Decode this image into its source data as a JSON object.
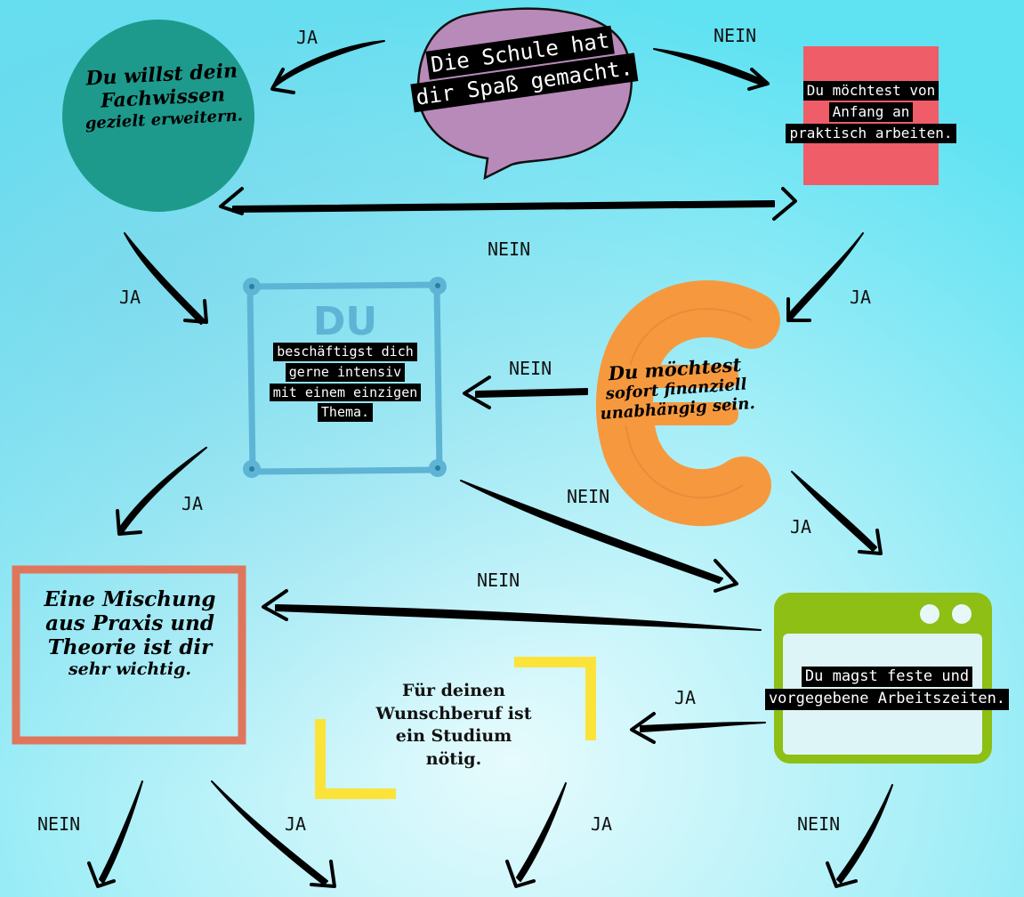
{
  "nodes": {
    "start": {
      "lines": [
        "Die Schule hat",
        "dir Spaß gemacht."
      ]
    },
    "fachwissen": {
      "lines": [
        "Du willst dein",
        "Fachwissen",
        "gezielt erweitern."
      ]
    },
    "praktisch": {
      "lines": [
        "Du möchtest von",
        "Anfang an",
        "praktisch arbeiten."
      ]
    },
    "thema": {
      "heading": "DU",
      "lines": [
        "beschäftigst dich",
        "gerne intensiv",
        "mit einem einzigen",
        "Thema."
      ]
    },
    "finanziell": {
      "lines": [
        "Du möchtest",
        "sofort finanziell",
        "unabhängig sein."
      ]
    },
    "mischung": {
      "lines": [
        "Eine Mischung",
        "aus Praxis und",
        "Theorie ist dir",
        "sehr wichtig."
      ]
    },
    "studium": {
      "lines": [
        "Für deinen",
        "Wunschberuf ist",
        "ein Studium",
        "nötig."
      ]
    },
    "arbeitszeiten": {
      "lines": [
        "Du magst feste und",
        "vorgegebene Arbeitszeiten."
      ]
    }
  },
  "edge_labels": {
    "start_to_fachwissen": "JA",
    "start_to_praktisch": "NEIN",
    "fachwissen_praktisch": "NEIN",
    "fachwissen_to_thema": "JA",
    "praktisch_to_finanziell": "JA",
    "finanziell_to_thema": "NEIN",
    "thema_to_mischung": "JA",
    "thema_to_arbeitszeiten": "NEIN",
    "finanziell_to_arbeitszeiten": "JA",
    "arbeitszeiten_to_mischung": "NEIN",
    "arbeitszeiten_to_studium": "JA",
    "mischung_no": "NEIN",
    "mischung_yes": "JA",
    "studium_yes": "JA",
    "arbeitszeiten_no": "NEIN"
  },
  "colors": {
    "background": "#6fe6f4",
    "background_light": "#d7f7fb",
    "circle_teal": "#1e9a8d",
    "bubble_purple": "#b88ab9",
    "rect_red": "#ef5d68",
    "frame_blue": "#5db4d4",
    "euro_orange": "#f6993e",
    "box_salmon": "#df765c",
    "corner_yellow": "#fbe33a",
    "window_green": "#8dbf14"
  }
}
